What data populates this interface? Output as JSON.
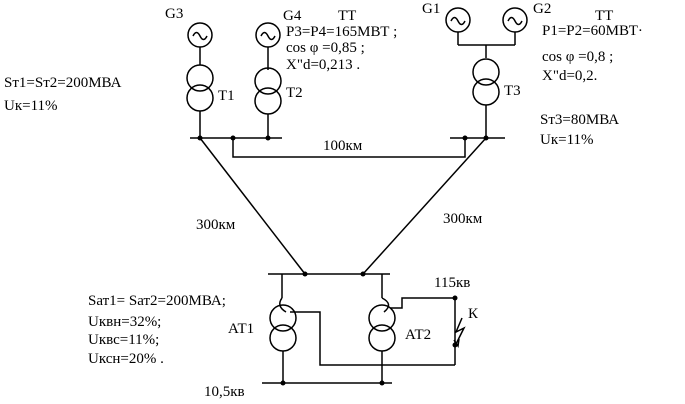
{
  "generators": {
    "g3": "G3",
    "g4": "G4",
    "g1": "G1",
    "g2": "G2"
  },
  "tt_left": "ТТ",
  "tt_right": "ТТ",
  "params_g34": {
    "power": "P3=P4=165МВТ ;",
    "cos": "cos φ =0,85 ;",
    "xd": "X\"d=0,213 ."
  },
  "params_g12": {
    "power": "P1=P2=60МВТ·",
    "cos": "cos φ =0,8 ;",
    "xd": "X\"d=0,2."
  },
  "transformers_t12": {
    "st": "Sт1=Sт2=200МВА",
    "uk": "Uк=11%",
    "t1": "T1",
    "t2": "T2"
  },
  "transformer_t3": {
    "t3": "T3",
    "st": "Sт3=80МВА",
    "uk": "Uк=11%"
  },
  "lines": {
    "l100": "100км",
    "l300_left": "300км",
    "l300_right": "300км"
  },
  "autotransformers": {
    "sat": "Sат1= Sат2=200МВА;",
    "ukvn": "Uквн=32%;",
    "ukvs": "Uквс=11%;",
    "ukcn": "Uксн=20% .",
    "at1": "АТ1",
    "at2": "АТ2"
  },
  "voltages": {
    "v115": "115кв",
    "v105": "10,5кв"
  },
  "fault": "К"
}
